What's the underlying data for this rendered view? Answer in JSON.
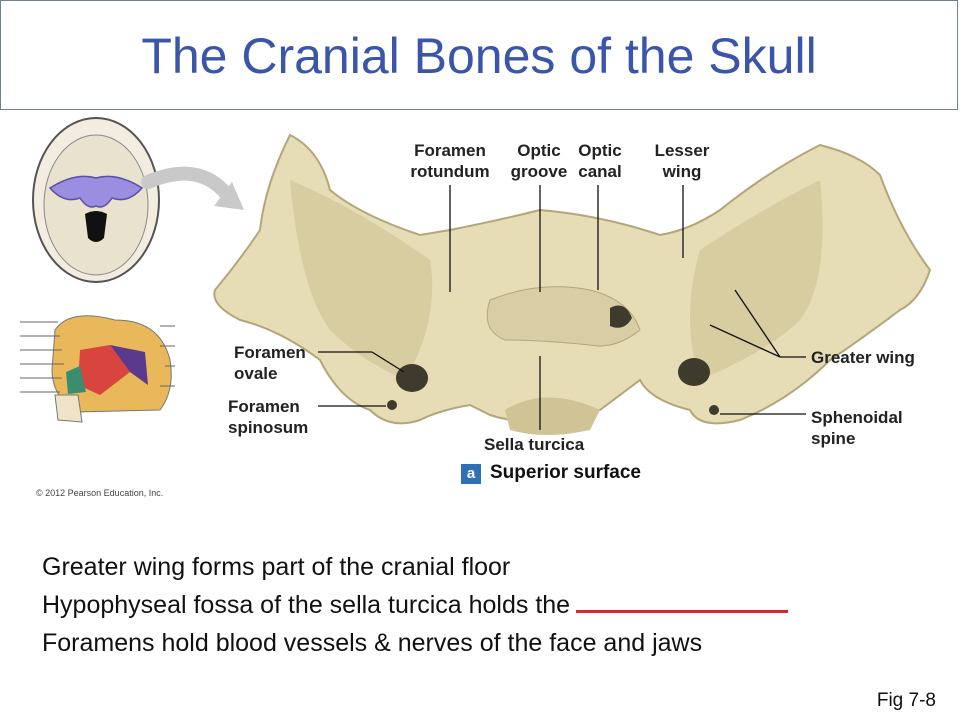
{
  "slide": {
    "title": "The Cranial Bones of the Skull",
    "fig_ref": "Fig 7-8"
  },
  "figure": {
    "labels": {
      "foramen_rotundum": [
        "Foramen",
        "rotundum"
      ],
      "optic_groove": [
        "Optic",
        "groove"
      ],
      "optic_canal": [
        "Optic",
        "canal"
      ],
      "lesser_wing": [
        "Lesser",
        "wing"
      ],
      "foramen_ovale": [
        "Foramen",
        "ovale"
      ],
      "foramen_spinosum": [
        "Foramen",
        "spinosum"
      ],
      "greater_wing": "Greater wing",
      "sphenoidal_spine": [
        "Sphenoidal",
        "spine"
      ],
      "sella_turcica": "Sella turcica"
    },
    "panel_letter": "a",
    "panel_caption": "Superior surface",
    "copyright": "© 2012 Pearson Education, Inc."
  },
  "bullets": {
    "line1": "Greater wing forms part of the cranial floor",
    "line2": "Hypophyseal  fossa of the sella turcica holds the",
    "line3": "Foramens hold blood  vessels & nerves of the face and jaws"
  },
  "colors": {
    "title": "#3a55a9",
    "blank_underline": "#d42a2a",
    "bone": "#e6dcb6",
    "highlight": "#9b8ee0"
  }
}
